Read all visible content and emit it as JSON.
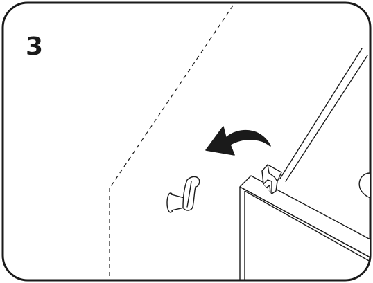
{
  "panel": {
    "step_number": "3",
    "border_color": "#1a1a1a",
    "background": "#ffffff"
  },
  "illustration": {
    "parts": [
      "wall-outline",
      "swing-arrow",
      "wall-hook",
      "screwdriver",
      "cabinet-panel",
      "bracket-clip",
      "mounting-hole"
    ],
    "arrow_direction": "left",
    "line_color": "#1a1a1a"
  }
}
